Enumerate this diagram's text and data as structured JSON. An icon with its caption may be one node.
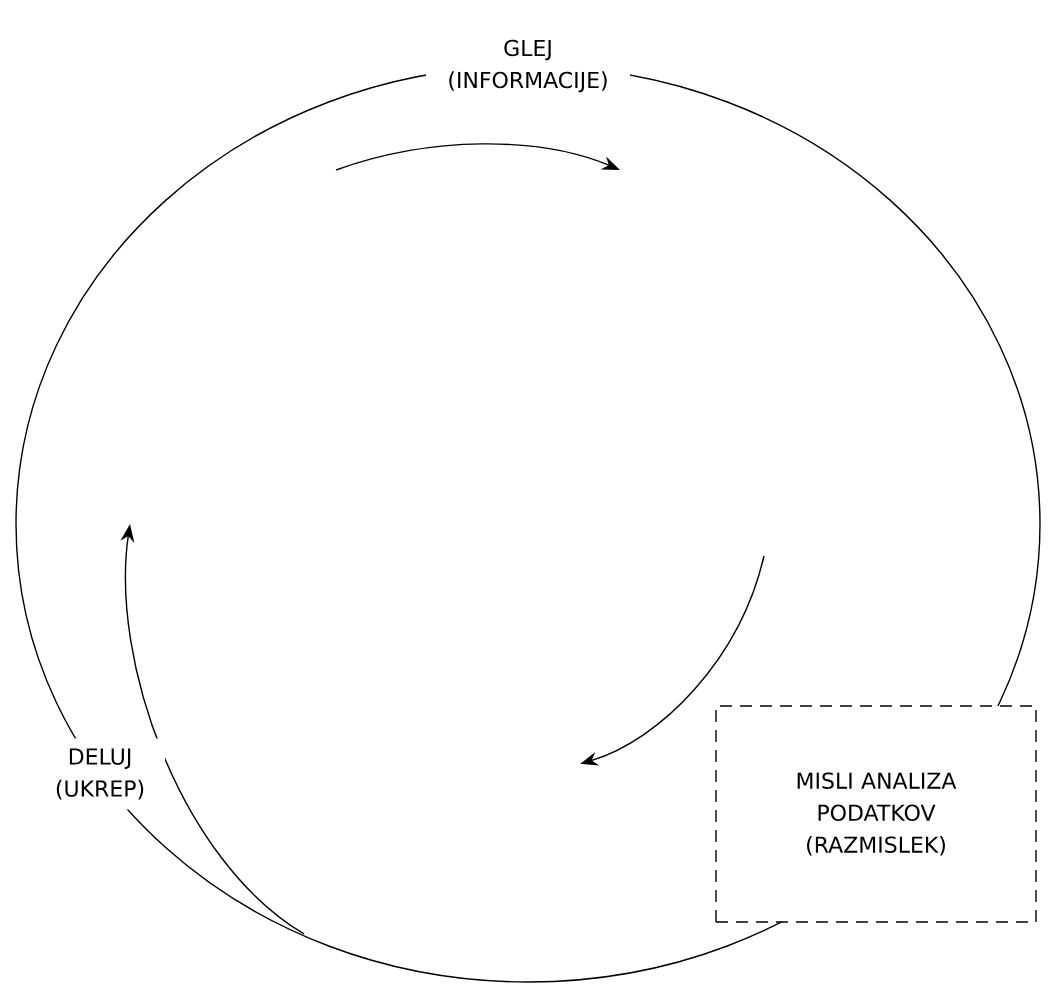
{
  "diagram": {
    "nodes": [
      {
        "text": [
          "GLEJ (INFORMACIJE)"
        ]
      },
      {
        "text": [
          "MISLI ANALIZA PODATKOV (RAZMISLEK)"
        ]
      },
      {
        "text": [
          "DELUJ (UKREP)"
        ]
      }
    ]
  }
}
